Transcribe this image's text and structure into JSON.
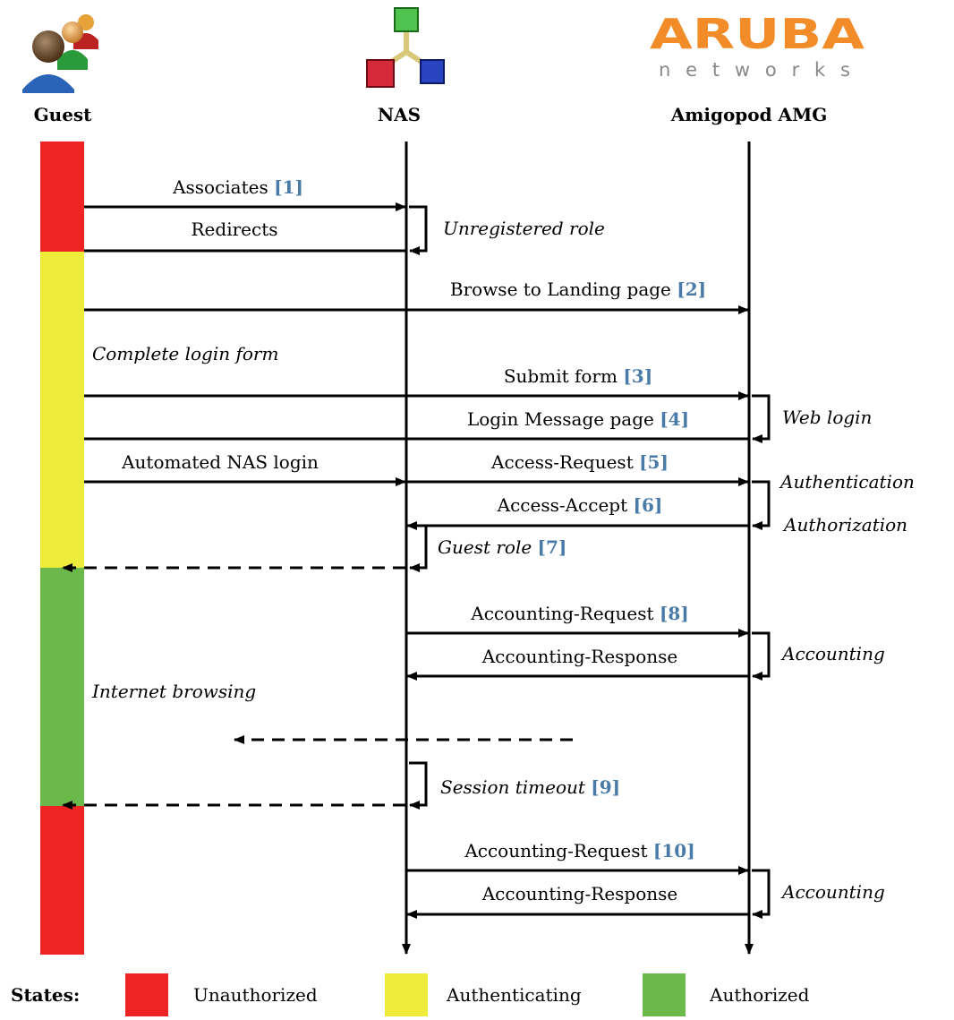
{
  "headers": {
    "guest": "Guest",
    "nas": "NAS",
    "amg": "Amigopod AMG"
  },
  "logo": {
    "brand": "ARUBA",
    "sub": "networks",
    "brand_color": "#f28c28"
  },
  "icons": {
    "guest": "guest-users-icon",
    "nas": "network-nodes-icon"
  },
  "colors": {
    "unauthorized": "#ee2424",
    "authenticating": "#eeeb3a",
    "authorized": "#6ab94a",
    "ref": "#4a7ba8"
  },
  "messages": {
    "associates": "Associates",
    "associates_ref": "[1]",
    "redirects": "Redirects",
    "unregistered_role": "Unregistered role",
    "browse": "Browse to Landing page",
    "browse_ref": "[2]",
    "complete_form": "Complete login form",
    "submit": "Submit form",
    "submit_ref": "[3]",
    "login_msg": "Login Message page",
    "login_msg_ref": "[4]",
    "web_login": "Web login",
    "auto_nas": "Automated NAS login",
    "access_req": "Access-Request",
    "access_req_ref": "[5]",
    "authentication": "Authentication",
    "access_acc": "Access-Accept",
    "access_acc_ref": "[6]",
    "authorization": "Authorization",
    "guest_role": "Guest role",
    "guest_role_ref": "[7]",
    "acct_req1": "Accounting-Request",
    "acct_req1_ref": "[8]",
    "acct_resp1": "Accounting-Response",
    "accounting1": "Accounting",
    "internet": "Internet browsing",
    "session_timeout": "Session timeout",
    "session_timeout_ref": "[9]",
    "acct_req2": "Accounting-Request",
    "acct_req2_ref": "[10]",
    "acct_resp2": "Accounting-Response",
    "accounting2": "Accounting"
  },
  "legend": {
    "title": "States:",
    "unauthorized": "Unauthorized",
    "authenticating": "Authenticating",
    "authorized": "Authorized"
  }
}
